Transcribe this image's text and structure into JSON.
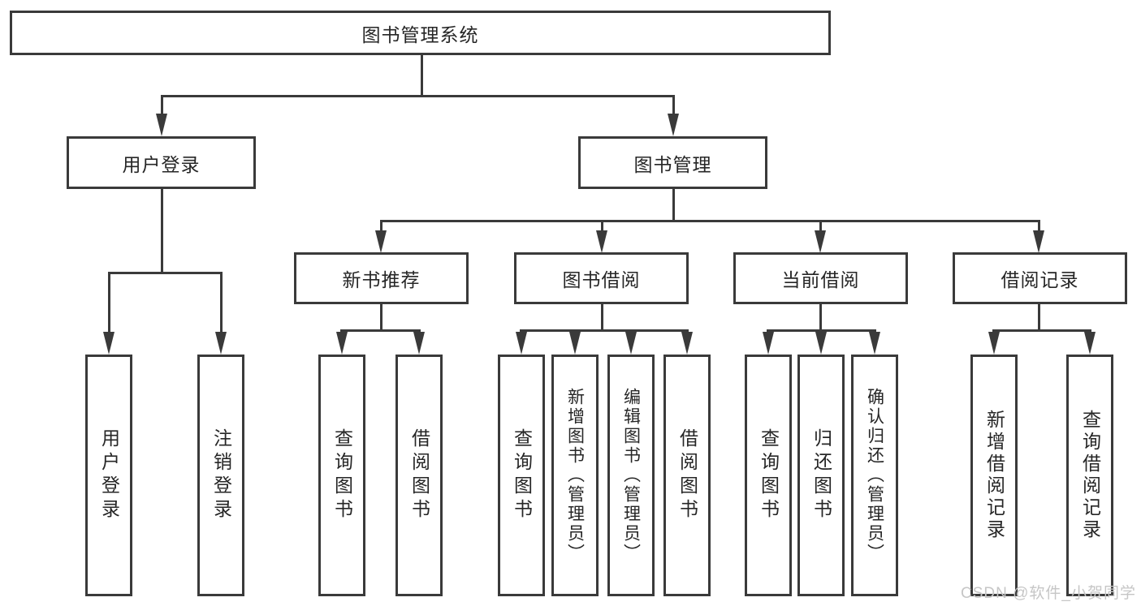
{
  "title": "图书管理系统",
  "nodes": {
    "root": "图书管理系统",
    "user_login": "用户登录",
    "book_management": "图书管理",
    "new_book_recommend": "新书推荐",
    "book_borrow": "图书借阅",
    "current_borrow": "当前借阅",
    "borrow_records": "借阅记录",
    "leaf_user_login": "用户登录",
    "leaf_logout": "注销登录",
    "leaf_nb_query": "查询图书",
    "leaf_nb_borrow": "借阅图书",
    "leaf_bb_query": "查询图书",
    "leaf_bb_add": "新增图书（管理员）",
    "leaf_bb_edit": "编辑图书（管理员）",
    "leaf_bb_borrow": "借阅图书",
    "leaf_cb_query": "查询图书",
    "leaf_cb_return": "归还图书",
    "leaf_cb_confirm": "确认归还（管理员）",
    "leaf_br_add": "新增借阅记录",
    "leaf_br_query": "查询借阅记录"
  },
  "watermark": "CSDN @软件_小贺同学",
  "colors": {
    "line": "#3a3a3a",
    "text": "#262626",
    "background": "#ffffff",
    "watermark": "#c6c6c6"
  }
}
